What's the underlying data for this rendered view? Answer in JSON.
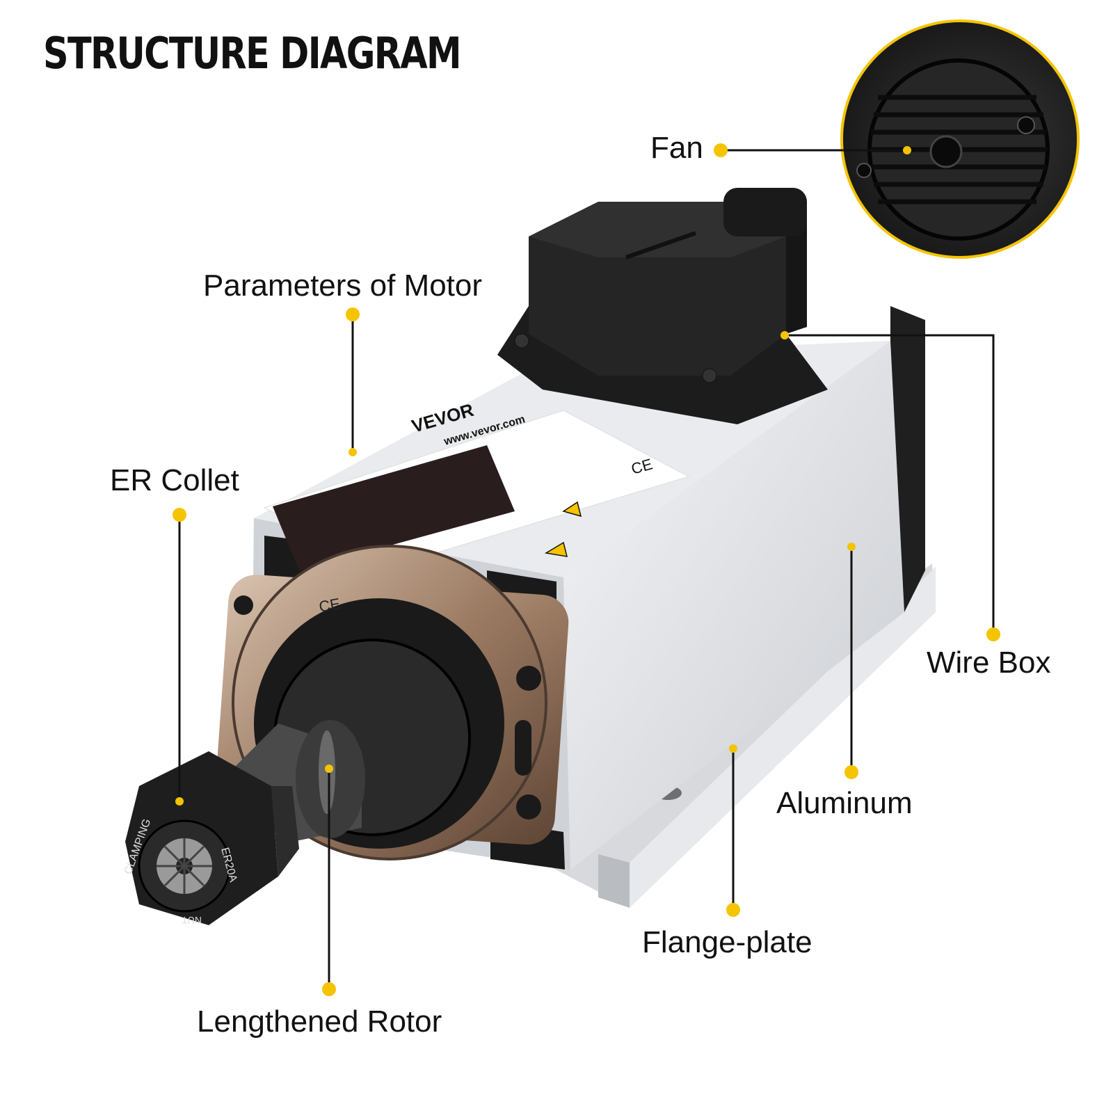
{
  "title": "STRUCTURE DIAGRAM",
  "accent_color": "#f5c400",
  "labels": {
    "fan": "Fan",
    "parameters": "Parameters of Motor",
    "collet": "ER Collet",
    "wire_box": "Wire Box",
    "aluminum": "Aluminum",
    "flange_plate": "Flange-plate",
    "rotor": "Lengthened Rotor"
  },
  "product": {
    "brand": "VEVOR",
    "website": "www.vevor.com",
    "collet_text_1": "CLAMPING",
    "collet_text_2": "ER20A",
    "collet_text_3": "NUT",
    "ce_mark": "CE"
  }
}
